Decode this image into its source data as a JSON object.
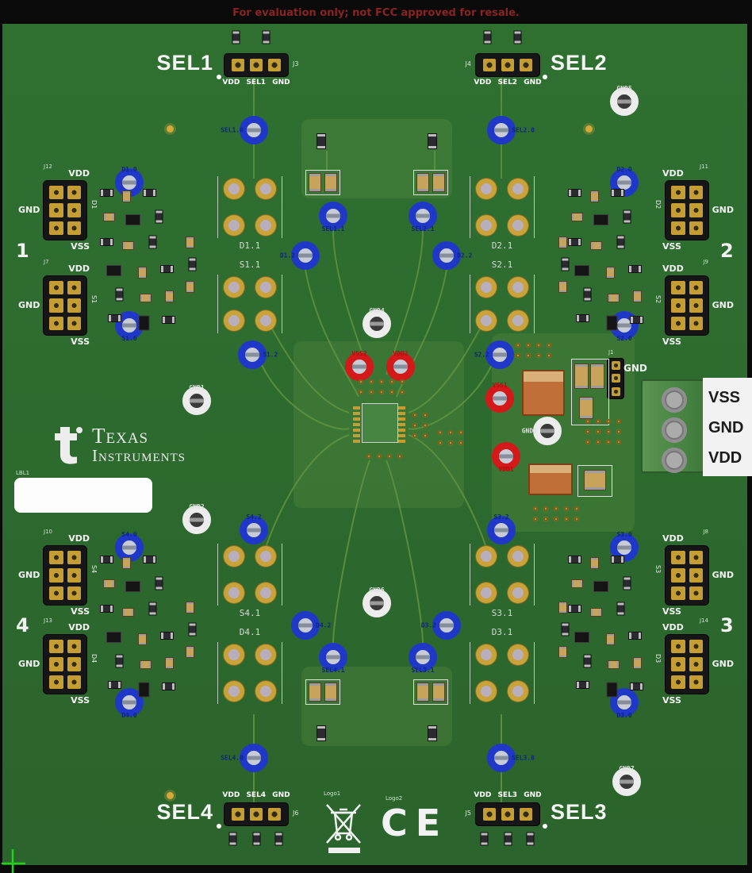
{
  "disclaimer": "For evaluation only; not FCC approved for resale.",
  "brand": {
    "line1": "Texas",
    "line2": "Instruments"
  },
  "sel_headers": {
    "sel1": {
      "title": "SEL1",
      "ref": "J3",
      "pins": "VDD SEL1 GND"
    },
    "sel2": {
      "title": "SEL2",
      "ref": "J4",
      "pins": "VDD SEL2 GND"
    },
    "sel3": {
      "title": "SEL3",
      "ref": "J5",
      "pins": "VDD SEL3 GND"
    },
    "sel4": {
      "title": "SEL4",
      "ref": "J6",
      "pins": "VDD SEL4 GND"
    }
  },
  "pin_labels": {
    "vdd": "VDD",
    "gnd": "GND",
    "vss": "VSS"
  },
  "headers": {
    "j12": {
      "ref": "J12",
      "part": "D1"
    },
    "j7": {
      "ref": "J7",
      "part": "S1"
    },
    "j11": {
      "ref": "J11",
      "part": "D2"
    },
    "j9": {
      "ref": "J9",
      "part": "S2"
    },
    "j10": {
      "ref": "J10",
      "part": "S4"
    },
    "j13": {
      "ref": "J13",
      "part": "D4"
    },
    "j8": {
      "ref": "J8",
      "part": "S3"
    },
    "j14": {
      "ref": "J14",
      "part": "D3"
    }
  },
  "quadrant_numbers": [
    "1",
    "2",
    "3",
    "4"
  ],
  "ic_labels": {
    "q1": [
      "D1.1",
      "S1.1"
    ],
    "q2": [
      "D2.1",
      "S2.1"
    ],
    "q3": [
      "S3.1",
      "D3.1"
    ],
    "q4": [
      "S4.1",
      "D4.1"
    ]
  },
  "test_points": {
    "blue": [
      "SEL1.0",
      "SEL2.0",
      "D1.0",
      "D2.0",
      "SEL1.1",
      "SEL2.1",
      "D1.2",
      "D2.2",
      "S1.0",
      "S2.0",
      "S1.2",
      "S2.2",
      "S4.2",
      "S3.2",
      "S4.0",
      "S3.0",
      "D4.2",
      "D3.2",
      "SEL4.1",
      "SEL3.1",
      "D4.0",
      "D3.0",
      "SEL4.0",
      "SEL3.0"
    ],
    "red": [
      "VSS2",
      "VDD2",
      "VSS1",
      "VDD1"
    ],
    "gnd": [
      "GND5",
      "GND4",
      "GND1",
      "GND3",
      "GND2",
      "GND6",
      "GND7"
    ]
  },
  "terminal_block": {
    "labels": [
      "VSS",
      "GND",
      "VDD"
    ]
  },
  "jumper": {
    "ref": "J1",
    "label": "GND"
  },
  "misc": {
    "label_ref": "LBL1",
    "logo1_ref": "Logo1",
    "logo2_ref": "Logo2",
    "ce": "CE"
  },
  "palette": {
    "board_green": "#2e6b2f",
    "testpoint_blue": "#2038c8",
    "testpoint_red": "#d31919",
    "pad_gold": "#c59d35",
    "silkscreen": "#f2f2f2",
    "disclaimer_red": "#8b2323"
  }
}
